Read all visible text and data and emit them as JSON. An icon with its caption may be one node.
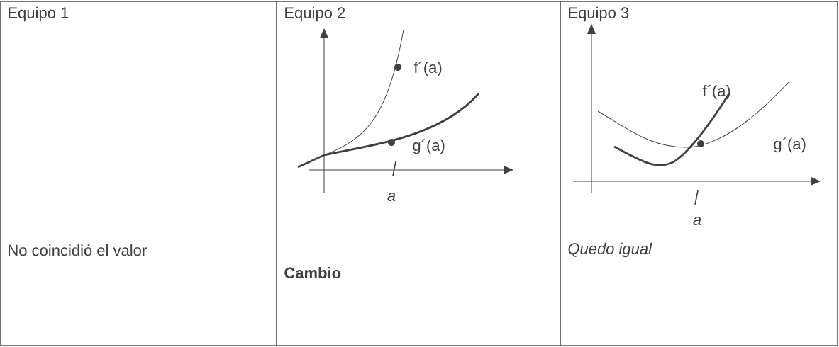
{
  "diagram": {
    "labels": [
      "Equipo 1",
      "Equipo 2",
      "f´(a)",
      "g´(a)",
      "a",
      "Equipo 3",
      "f´(a)",
      "g´(a)",
      "a",
      "No coincidió el valor",
      "Cambio",
      "Quedo igual"
    ]
  }
}
